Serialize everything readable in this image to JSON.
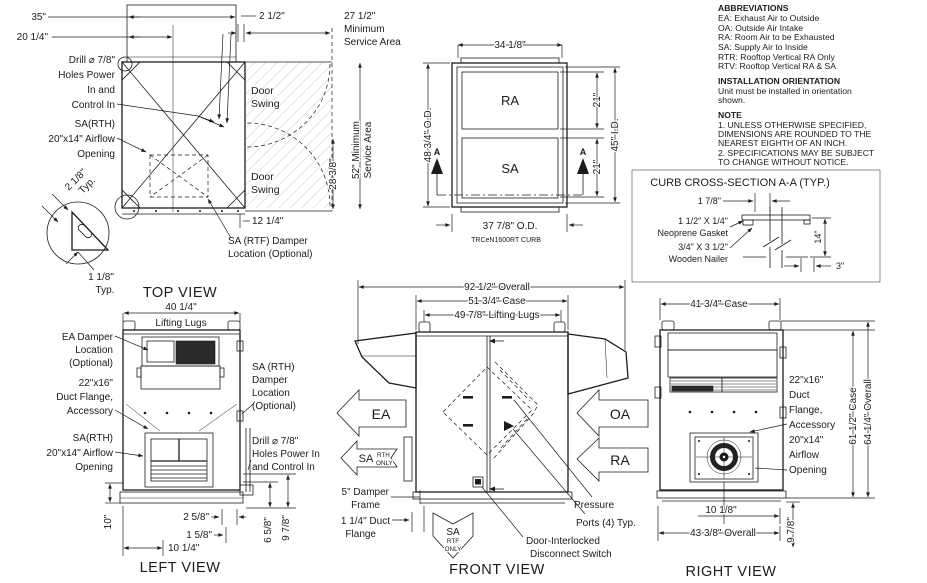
{
  "colors": {
    "ink": "#1c1c1c",
    "background": "#ffffff",
    "hatch": "#c8c8c8",
    "dark_fill": "#2b2b2b"
  },
  "abbr": {
    "title": "ABBREVIATIONS",
    "lines": [
      "EA: Exhaust Air to Outside",
      "OA: Outside Air Intake",
      "RA: Room Air to be Exhausted",
      "SA: Supply Air to Inside",
      "RTR: Rooftop Vertical RA Only",
      "RTV: Rooftop Vertical RA & SA"
    ]
  },
  "install": {
    "title": "INSTALLATION ORIENTATION",
    "lines": [
      "Unit must be installed in orientation",
      "shown."
    ]
  },
  "note": {
    "title": "NOTE",
    "lines": [
      "1. UNLESS OTHERWISE SPECIFIED,",
      "DIMENSIONS ARE ROUNDED TO THE",
      "NEAREST EIGHTH OF AN INCH.",
      "2. SPECIFICATIONS MAY BE SUBJECT",
      "TO CHANGE WITHOUT NOTICE."
    ]
  },
  "curb_section": {
    "title": "CURB CROSS-SECTION A-A (TYP.)",
    "dim_1_78": "1 7/8\"",
    "gasket": [
      "1 1/2\" X 1/4\"",
      "Neoprene Gasket"
    ],
    "nailer": [
      "3/4\" X 3 1/2\"",
      "Wooden Nailer"
    ],
    "dim_14": "14\"",
    "dim_3": "3\""
  },
  "top_view": {
    "title": "TOP VIEW",
    "dim_35": "35\"",
    "dim_20": "20 1/4\"",
    "dim_2half": "2 1/2\"",
    "svc27": [
      "27 1/2\"",
      "Minimum",
      "Service Area"
    ],
    "drill": [
      "Drill ⌀ 7/8\"",
      "Holes Power",
      "In and",
      "Control In"
    ],
    "sa_rth": [
      "SA(RTH)",
      "20\"x14\" Airflow",
      "Opening"
    ],
    "door_swing": [
      "Door",
      "Swing"
    ],
    "dim_28": "28 3/8\"",
    "svc52": [
      "52\" Minimum",
      "Service Area"
    ],
    "typ2": [
      "2 1/8\"",
      "Typ."
    ],
    "typ1": [
      "1 1/8\"",
      "Typ."
    ],
    "dim_12": "12 1/4\"",
    "sa_rtf": [
      "SA (RTF) Damper",
      "Location (Optional)"
    ]
  },
  "curb_plan": {
    "dim_34": "34 1/8\"",
    "ra": "RA",
    "sa": "SA",
    "dim_21a": "21\"",
    "dim_21b": "21\"",
    "dim_45": "45\" I.D.",
    "dim_48": "48 3/4\" O.D.",
    "dim_37": "37 7/8\" O.D.",
    "model": "TRCeN1600RT CURB",
    "a_left": "A",
    "a_right": "A"
  },
  "left_view": {
    "title": "LEFT VIEW",
    "dim_40": "40 1/4\"",
    "lugs": "Lifting Lugs",
    "ea_damper": [
      "EA Damper",
      "Location",
      "(Optional)"
    ],
    "duct": [
      "22\"x16\"",
      "Duct Flange,",
      "Accessory"
    ],
    "sa_open": [
      "SA(RTH)",
      "20\"x14\" Airflow",
      "Opening"
    ],
    "sa_damper": [
      "SA (RTH)",
      "Damper",
      "Location",
      "(Optional)"
    ],
    "drill": [
      "Drill ⌀ 7/8\"",
      "Holes Power In",
      "and Control In"
    ],
    "dim_10": "10\"",
    "dim_2_58": "2 5/8\"",
    "dim_1_58": "1 5/8\"",
    "dim_10_14": "10 1/4\"",
    "dim_6_58": "6 5/8\"",
    "dim_9_78": "9 7/8\""
  },
  "front_view": {
    "title": "FRONT VIEW",
    "dim_92": "92 1/2\" Overall",
    "dim_51": "51 3/4\" Case",
    "dim_49": "49 7/8\" Lifting Lugs",
    "ea": "EA",
    "sa": "SA",
    "sa_sub": [
      "RTH",
      "ONLY"
    ],
    "oa": "OA",
    "ra": "RA",
    "damper5": [
      "5\" Damper",
      "Frame"
    ],
    "duct114": [
      "1 1/4\" Duct",
      "Flange"
    ],
    "sa_down": "SA",
    "sa_down_sub": [
      "RTF",
      "ONLY"
    ],
    "pressure": [
      "Pressure",
      "Ports (4) Typ."
    ],
    "switch": [
      "Door-Interlocked",
      "Disconnect Switch"
    ]
  },
  "right_view": {
    "title": "RIGHT VIEW",
    "dim_41": "41 3/4\" Case",
    "duct": [
      "22\"x16\"",
      "Duct",
      "Flange,",
      "Accessory",
      "20\"x14\"",
      "Airflow",
      "Opening"
    ],
    "dim_61": "61 1/2\" Case",
    "dim_64": "64 1/4\" Overall",
    "dim_10_18": "10 1/8\"",
    "dim_43": "43 3/8\" Overall",
    "dim_9_78": "9 7/8\""
  }
}
